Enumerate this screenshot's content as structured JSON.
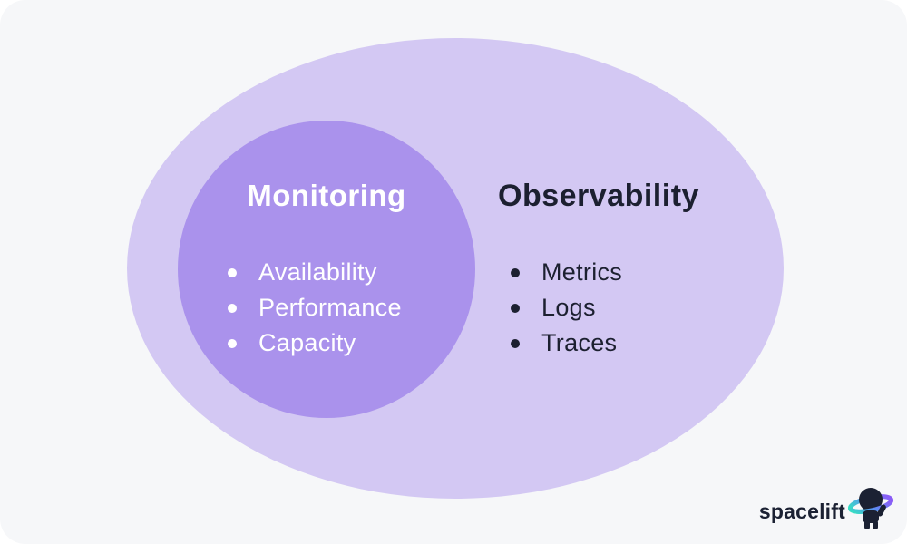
{
  "page": {
    "background_color": "#f6f7f9"
  },
  "diagram": {
    "type": "euler-nested-circles",
    "outer_ellipse": {
      "label": "Observability",
      "items": [
        "Metrics",
        "Logs",
        "Traces"
      ],
      "fill_color": "#d3c8f3",
      "text_color": "#1c2030"
    },
    "inner_circle": {
      "label": "Monitoring",
      "items": [
        "Availability",
        "Performance",
        "Capacity"
      ],
      "fill_color": "#aa92ec",
      "text_color": "#ffffff"
    }
  },
  "branding": {
    "logo_text": "spacelift",
    "icon": "spacelift-astronaut-icon",
    "text_color": "#1b2133",
    "ring_gradient_start": "#35e0c2",
    "ring_gradient_end": "#8b5cf6"
  }
}
